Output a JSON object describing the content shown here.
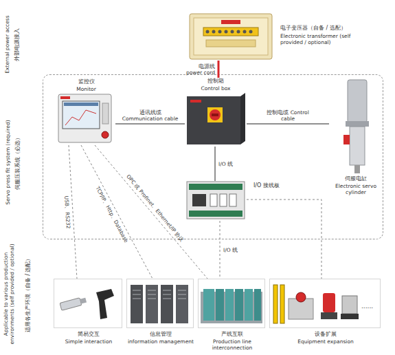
{
  "diagram": {
    "nodes": [
      {
        "text": [
          "电子变压器（自备 / 选配）",
          "Electronic transformer (self provided / optional)"
        ]
      },
      {
        "text": [
          "伺服压装系统（必选）",
          "Servo press fit system (required)"
        ]
      },
      {
        "text": [
          "监控仪",
          "Monitor"
        ],
        "in": 1
      },
      {
        "text": [
          "控制箱",
          "Control box"
        ],
        "in": 1
      },
      {
        "text": [
          "伺服电缸",
          "Electronic servo cylinder"
        ],
        "in": 1
      },
      {
        "text": [
          "I/O 接线板"
        ],
        "in": 1
      },
      {
        "text": [
          "简易交互",
          "Simple interaction"
        ]
      },
      {
        "text": [
          "信息管理",
          "information management"
        ]
      },
      {
        "text": [
          "产线互联",
          "Production line interconnection"
        ]
      },
      {
        "text": [
          "设备扩展",
          "Equipment expansion"
        ]
      }
    ],
    "edges": [
      {
        "from": 0,
        "to": 3,
        "label": "电源线 power cord",
        "arrow": "none"
      },
      {
        "from": 2,
        "to": 3,
        "label": "通讯线缆 Communication cable",
        "arrow": "none"
      },
      {
        "from": 3,
        "to": 4,
        "label": "控制电缆 Control cable",
        "arrow": "none"
      },
      {
        "from": 3,
        "to": 5,
        "label": "I/O 线",
        "arrow": "none"
      },
      {
        "from": 2,
        "to": 6,
        "label": "USB、RS232",
        "arrow": "none"
      },
      {
        "from": 2,
        "to": 7,
        "label": "TCP/IP、Http、Database",
        "arrow": "none"
      },
      {
        "from": 2,
        "to": 8,
        "label": "OPC 或 Profinet、Ethernet/IP 协议",
        "arrow": "none"
      },
      {
        "from": 5,
        "to": 8,
        "label": "I/O 线",
        "arrow": "none"
      },
      {
        "from": 5,
        "to": 9,
        "arrow": "none"
      }
    ],
    "labels": [
      "外部电源接入",
      "External power access",
      "适用各生产环境（自备 / 选配）",
      "Applicable to various production environments (self provided / optional)",
      "......"
    ]
  }
}
